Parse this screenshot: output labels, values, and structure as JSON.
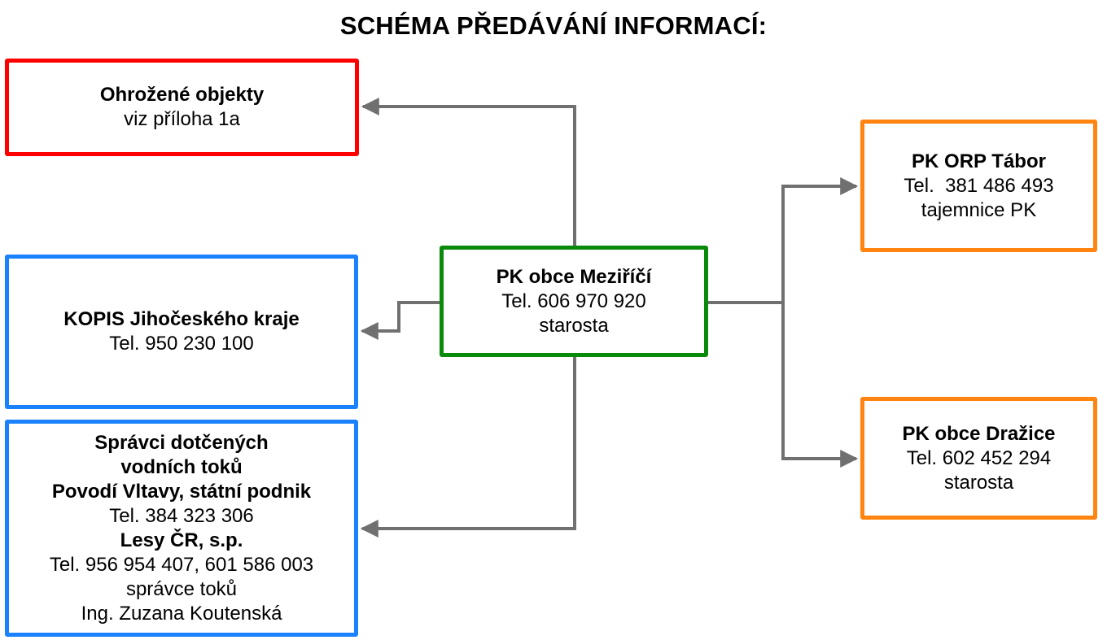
{
  "title": "SCHÉMA PŘEDÁVÁNÍ INFORMACÍ:",
  "colors": {
    "red": "#ff0000",
    "blue": "#1a82ff",
    "green": "#0a8a0a",
    "orange": "#ff8410",
    "connector": "#707070"
  },
  "boxes": {
    "threatened": {
      "heading": "Ohrožené objekty",
      "text": "viz příloha 1a"
    },
    "kopis": {
      "heading": "KOPIS Jihočeského kraje",
      "phone": "Tel. 950 230 100"
    },
    "water": {
      "heading_1": "Správci dotčených",
      "heading_2": "vodních toků",
      "org_1": "Povodí Vltavy, státní podnik",
      "phone_1": "Tel. 384 323 306",
      "org_2": "Lesy ČR, s.p.",
      "phone_2": "Tel. 956 954 407, 601 586 003",
      "role": "správce toků",
      "person": "Ing. Zuzana Koutenská"
    },
    "center": {
      "heading": "PK obce Meziříčí",
      "phone": "Tel. 606 970 920",
      "role": "starosta"
    },
    "orp": {
      "heading": "PK ORP Tábor",
      "phone": "Tel.  381 486 493",
      "role": "tajemnice PK"
    },
    "drazice": {
      "heading": "PK obce Dražice",
      "phone": "Tel. 602 452 294",
      "role": "starosta"
    }
  }
}
